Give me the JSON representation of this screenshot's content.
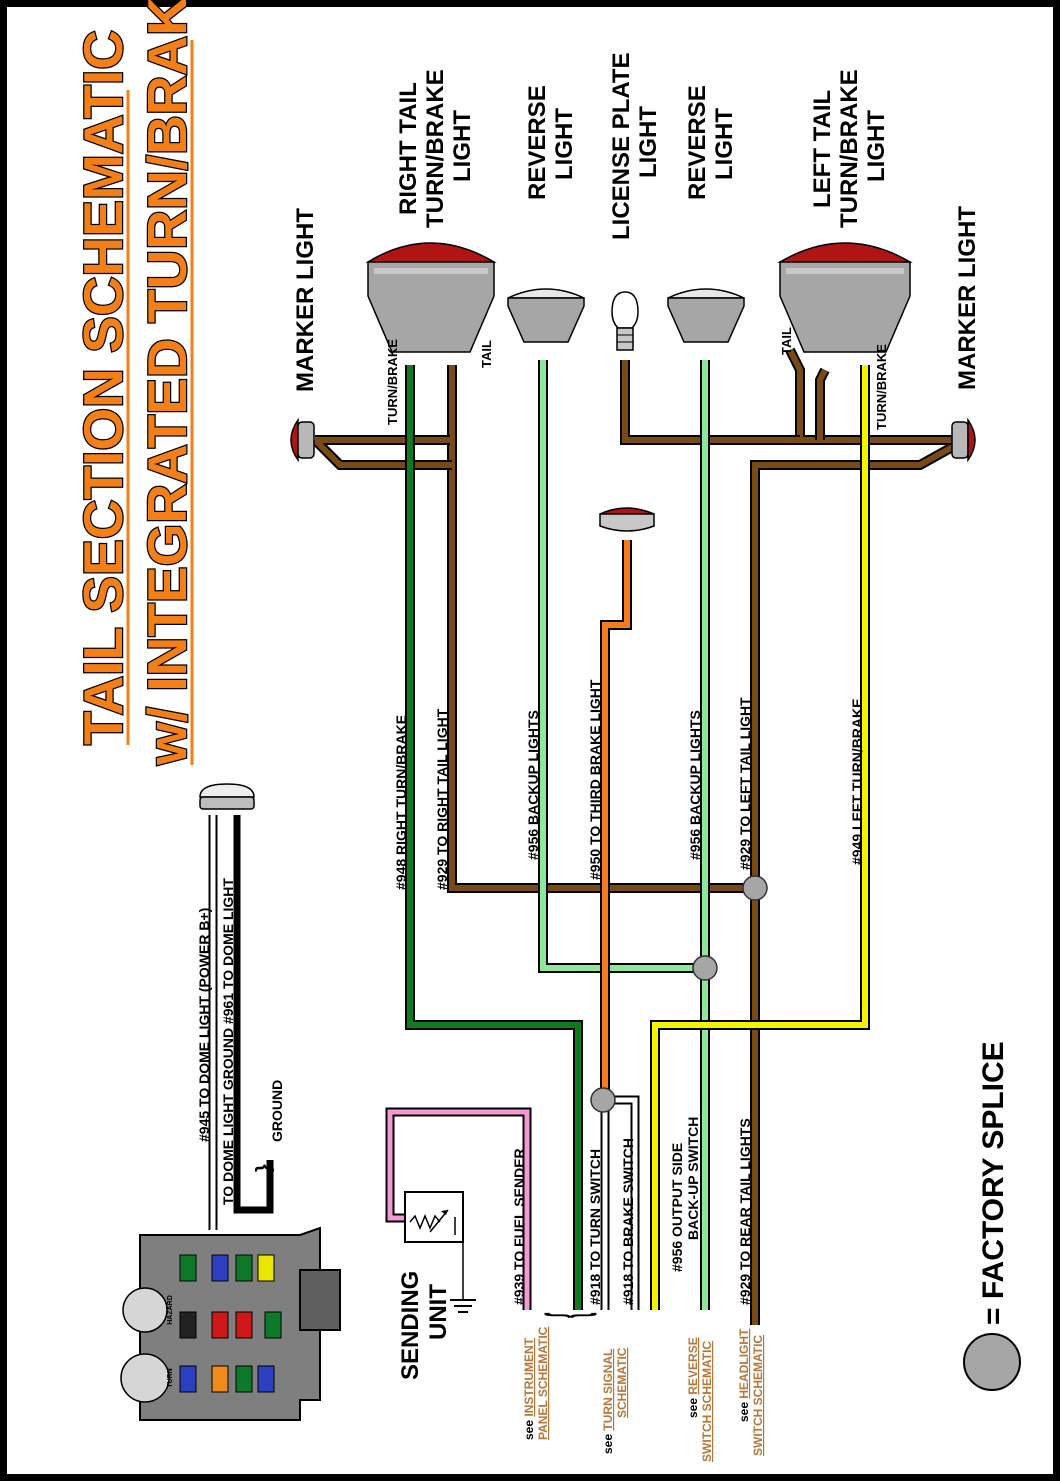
{
  "title": {
    "line1": "TAIL SECTION SCHEMATIC",
    "line2": "w/ INTEGRATED TURN/BRAKE"
  },
  "lamps": {
    "marker_right": "MARKER LIGHT",
    "right_tail": [
      "RIGHT TAIL",
      "TURN/BRAKE",
      "LIGHT"
    ],
    "reverse_1": [
      "REVERSE",
      "LIGHT"
    ],
    "license": [
      "LICENSE PLATE",
      "LIGHT"
    ],
    "reverse_2": [
      "REVERSE",
      "LIGHT"
    ],
    "left_tail": [
      "LEFT TAIL",
      "TURN/BRAKE",
      "LIGHT"
    ],
    "marker_left": "MARKER LIGHT"
  },
  "terminals": {
    "right_turn_brake": "TURN/BRAKE",
    "right_tail": "TAIL",
    "left_tail": "TAIL",
    "left_turn_brake": "TURN/BRAKE"
  },
  "wire_labels": {
    "w948": "#948 RIGHT TURN/BRAKE",
    "w929_right": "#929 TO RIGHT TAIL LIGHT",
    "w956_a": "#956 BACKUP LIGHTS",
    "w950": "#950 TO THIRD BRAKE LIGHT",
    "w956_b": "#956 BACKUP LIGHTS",
    "w929_left": "#929 TO LEFT TAIL LIGHT",
    "w949": "#949 LEFT TURN/BRAKE",
    "w945": "#945 TO DOME LIGHT (POWER B+)",
    "w961": "TO DOME LIGHT GROUND  #961 TO DOME LIGHT",
    "ground": "GROUND",
    "w939": "#939 TO FUEL SENDER",
    "w918_turn": "#918 TO TURN SWITCH",
    "w918_brake": "#918 TO BRAKE SWITCH",
    "w956_out": [
      "#956 OUTPUT SIDE",
      "BACK-UP SWITCH"
    ],
    "w929_rear": "#929 TO REAR TAIL LIGHTS"
  },
  "sending_unit": [
    "SENDING",
    "UNIT"
  ],
  "refs": {
    "see": "see",
    "instrument": [
      "INSTRUMENT",
      "PANEL SCHEMATIC"
    ],
    "turn_signal": [
      "TURN SIGNAL",
      "SCHEMATIC"
    ],
    "reverse_switch": [
      "REVERSE",
      "SWITCH SCHEMATIC"
    ],
    "headlight": [
      "HEADLIGHT",
      "SWITCH SCHEMATIC"
    ]
  },
  "fuse_box": {
    "hazard": "HAZARD",
    "turn": "TURN"
  },
  "legend": {
    "label": "= FACTORY SPLICE"
  },
  "colors": {
    "brown": "#7a4a15",
    "dark_green": "#0f7a1e",
    "light_green": "#8ee89a",
    "yellow": "#f4f400",
    "orange": "#f47b20",
    "pink": "#f29ad6",
    "lamp_red": "#b01515",
    "lamp_gray": "#a6a6a6",
    "title_orange": "#f57f17"
  }
}
